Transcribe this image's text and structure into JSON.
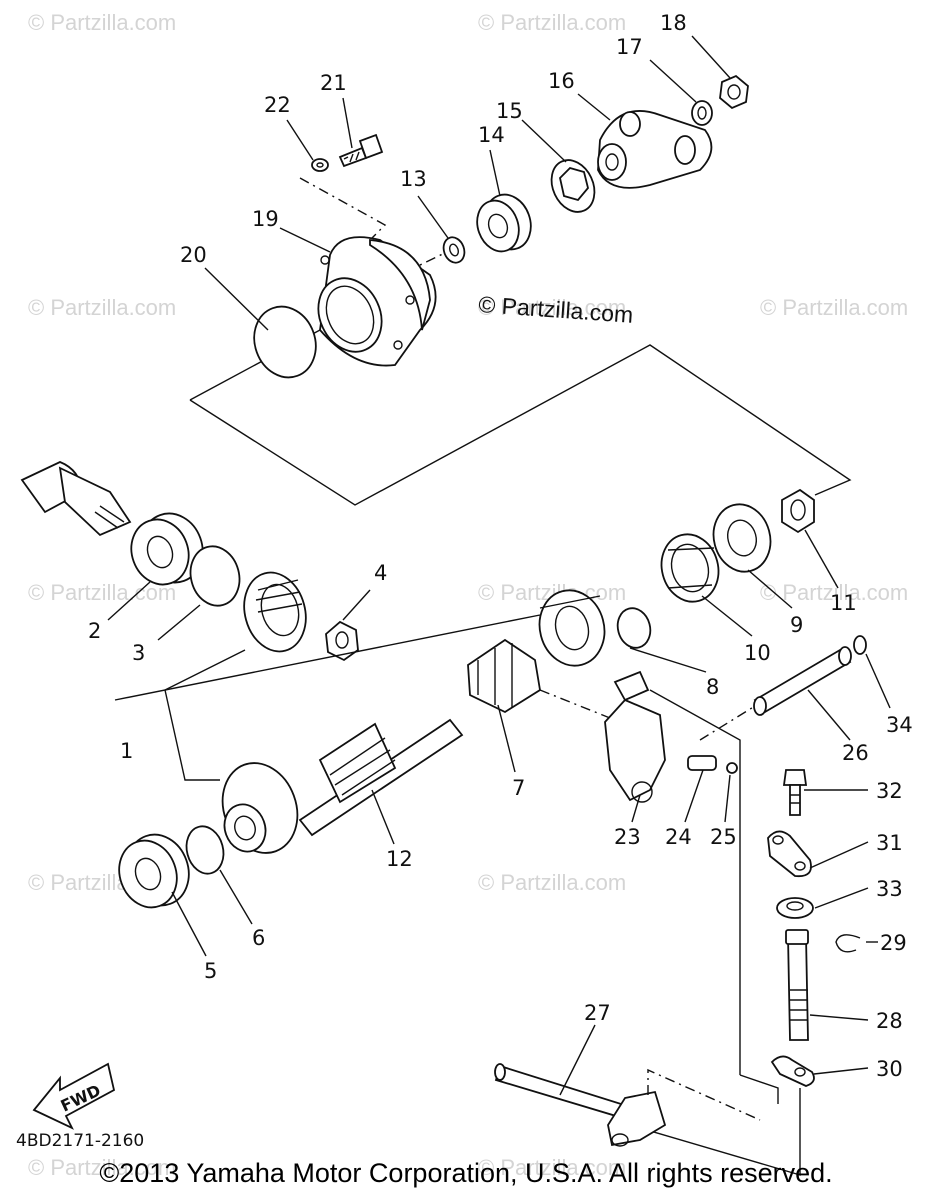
{
  "watermarks": [
    "© Partzilla.com",
    "© Partzilla.com",
    "© Partzilla.com",
    "© Partzilla.com",
    "© Partzilla.com",
    "© Partzilla.com",
    "© Partzilla.com",
    "© Partzilla.com",
    "© Partzilla.com",
    "© Partzilla.com",
    "© Partzilla.com",
    "© Partzilla.com"
  ],
  "center_watermark": "© Partzilla.com",
  "callouts": [
    "1",
    "2",
    "3",
    "4",
    "5",
    "6",
    "7",
    "8",
    "9",
    "10",
    "11",
    "12",
    "13",
    "14",
    "15",
    "16",
    "17",
    "18",
    "19",
    "20",
    "21",
    "22",
    "23",
    "24",
    "25",
    "26",
    "27",
    "28",
    "29",
    "30",
    "31",
    "32",
    "33",
    "34"
  ],
  "fwd_label": "FWD",
  "diagram_code": "4BD2171-2160",
  "copyright": "©2013 Yamaha Motor Corporation, U.S.A. All rights reserved."
}
